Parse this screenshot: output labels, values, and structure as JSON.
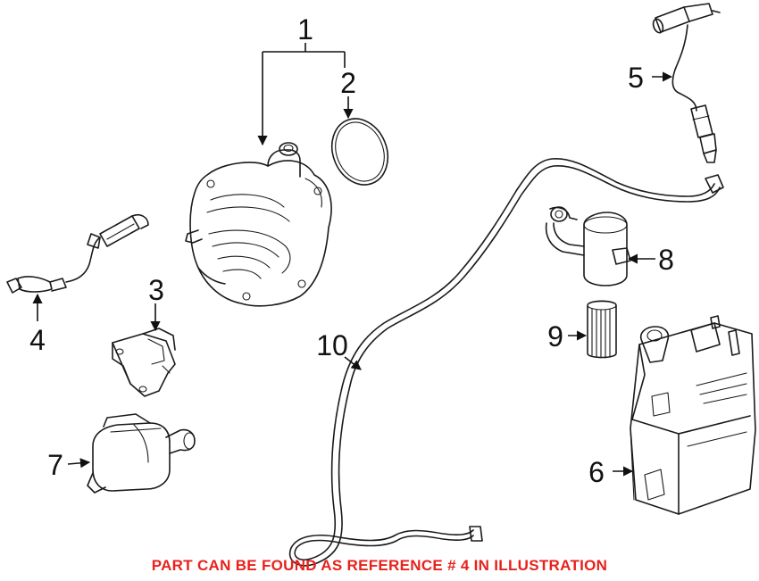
{
  "callouts": [
    {
      "number": "1",
      "part": "vacuum-pump"
    },
    {
      "number": "2",
      "part": "pump-seal-ring"
    },
    {
      "number": "3",
      "part": "pressure-sensor"
    },
    {
      "number": "4",
      "part": "oxygen-sensor-front"
    },
    {
      "number": "5",
      "part": "oxygen-sensor-rear"
    },
    {
      "number": "6",
      "part": "charcoal-canister"
    },
    {
      "number": "7",
      "part": "purge-valve"
    },
    {
      "number": "8",
      "part": "leak-detection-pump"
    },
    {
      "number": "9",
      "part": "filter"
    },
    {
      "number": "10",
      "part": "vapor-line"
    }
  ],
  "footer_note": "PART CAN BE FOUND AS REFERENCE # 4 IN ILLUSTRATION",
  "colors": {
    "footer_text": "#e8211c",
    "line_art": "#1a1a1a"
  }
}
